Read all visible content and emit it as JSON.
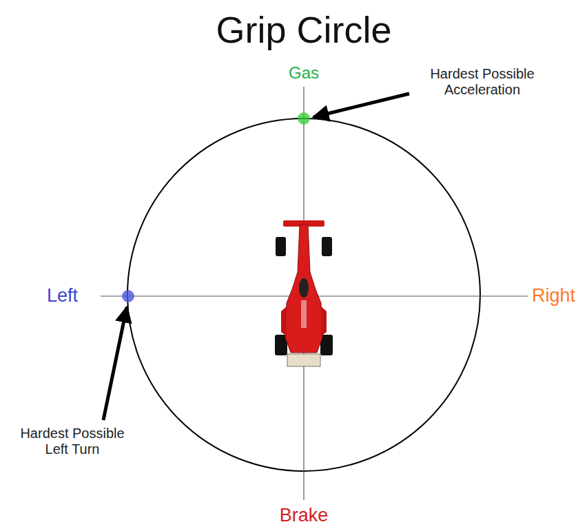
{
  "diagram": {
    "title": "Grip Circle",
    "labels": [
      "Gas",
      "Hardest Possible Acceleration",
      "Left",
      "Right",
      "Brake",
      "Hardest Possible Left Turn"
    ]
  }
}
